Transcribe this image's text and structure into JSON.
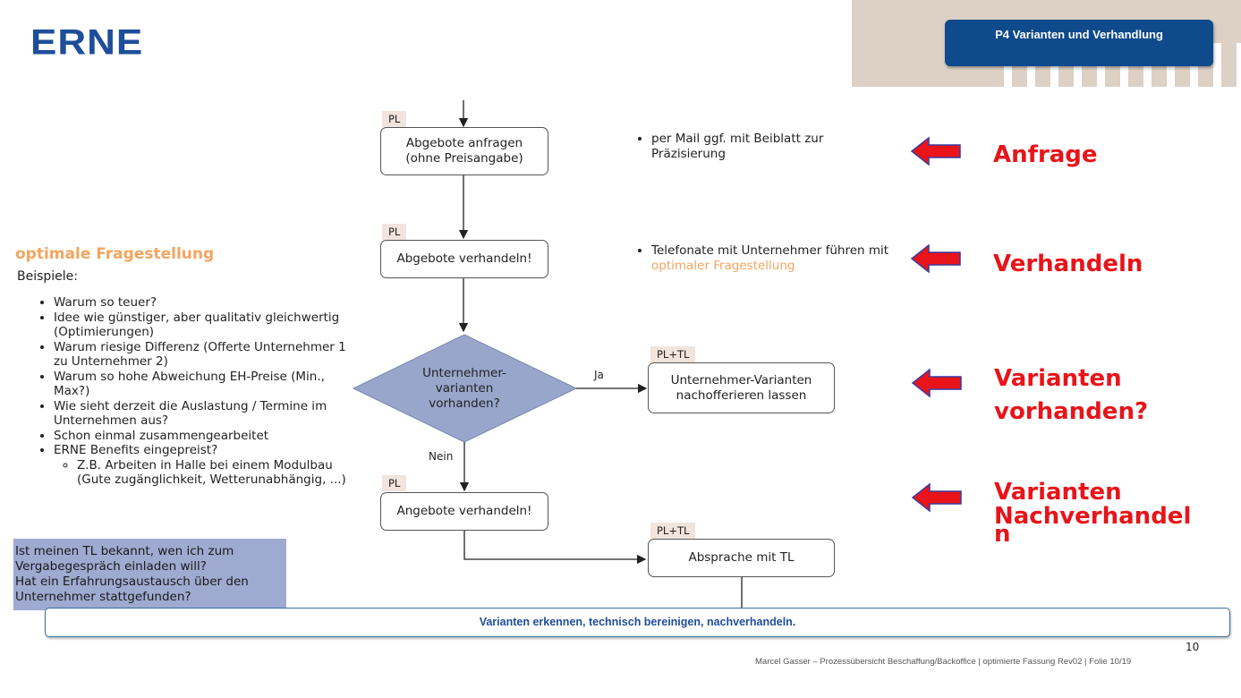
{
  "header": {
    "logo": "ERNE",
    "badge": "P4  Varianten und Verhandlung"
  },
  "sidebar": {
    "title": "optimale Fragestellung",
    "subtitle": "Beispiele:",
    "items": [
      "Warum so teuer?",
      "Idee wie günstiger, aber qualitativ gleichwertig (Optimierungen)",
      "Warum riesige Differenz (Offerte Unternehmer 1 zu Unternehmer 2)",
      "Warum so hohe Abweichung EH-Preise (Min., Max?)",
      "Wie sieht derzeit die Auslastung / Termine im Unternehmen aus?",
      "Schon einmal zusammengearbeitet",
      "ERNE Benefits eingepreist?"
    ],
    "subitem": "Z.B. Arbeiten in Halle bei einem Modulbau (Gute zugänglichkeit, Wetterunabhängig, ...)",
    "tl_box": [
      "Ist meinen TL bekannt, wen ich zum",
      "Vergabegespräch einladen will?",
      "Hat ein Erfahrungsaustausch über den",
      "Unternehmer stattgefunden?"
    ]
  },
  "flow": {
    "tags": {
      "pl1": "PL",
      "pl2": "PL",
      "pltl1": "PL+TL",
      "pl3": "PL",
      "pltl2": "PL+TL"
    },
    "nodes": {
      "n1": [
        "Abgebote anfragen",
        "(ohne Preisangabe)"
      ],
      "n2": "Abgebote verhandeln!",
      "decision": [
        "Unternehmer-",
        "varianten",
        "vorhanden?"
      ],
      "n3": [
        "Unternehmer-Varianten",
        "nachofferieren lassen"
      ],
      "n4": "Angebote verhandeln!",
      "n5": "Absprache mit TL"
    },
    "labels": {
      "yes": "Ja",
      "no": "Nein"
    },
    "notes": {
      "n1": "per Mail ggf. mit Beiblatt zur Präzisierung",
      "n2_a": "Telefonate mit Unternehmer führen mit ",
      "n2_b": "optimaler Fragestellung"
    }
  },
  "callouts": {
    "anfrage": "Anfrage",
    "verhandeln": "Verhandeln",
    "varianten_1": "Varianten",
    "varianten_2": "vorhanden?",
    "nach_1": "Varianten",
    "nach_2": "Nachverhandel",
    "nach_3": "n"
  },
  "footer": {
    "banner": "Varianten erkennen, technisch bereinigen, nachverhandeln.",
    "page_number": "10",
    "credit": "Marcel Gasser – Prozessübersicht Beschaffung/Backoffice | optimierte Fassung Rev02 | Folie 10/19"
  },
  "colors": {
    "brand_blue": "#1e4e9a",
    "badge_blue": "#0e4a8c",
    "accent_red": "#e8141a",
    "orange": "#f4a460",
    "decision_fill": "#98a6cc",
    "tl_box_fill": "#9eaad0"
  },
  "icons": [
    "left-arrow-icon"
  ]
}
